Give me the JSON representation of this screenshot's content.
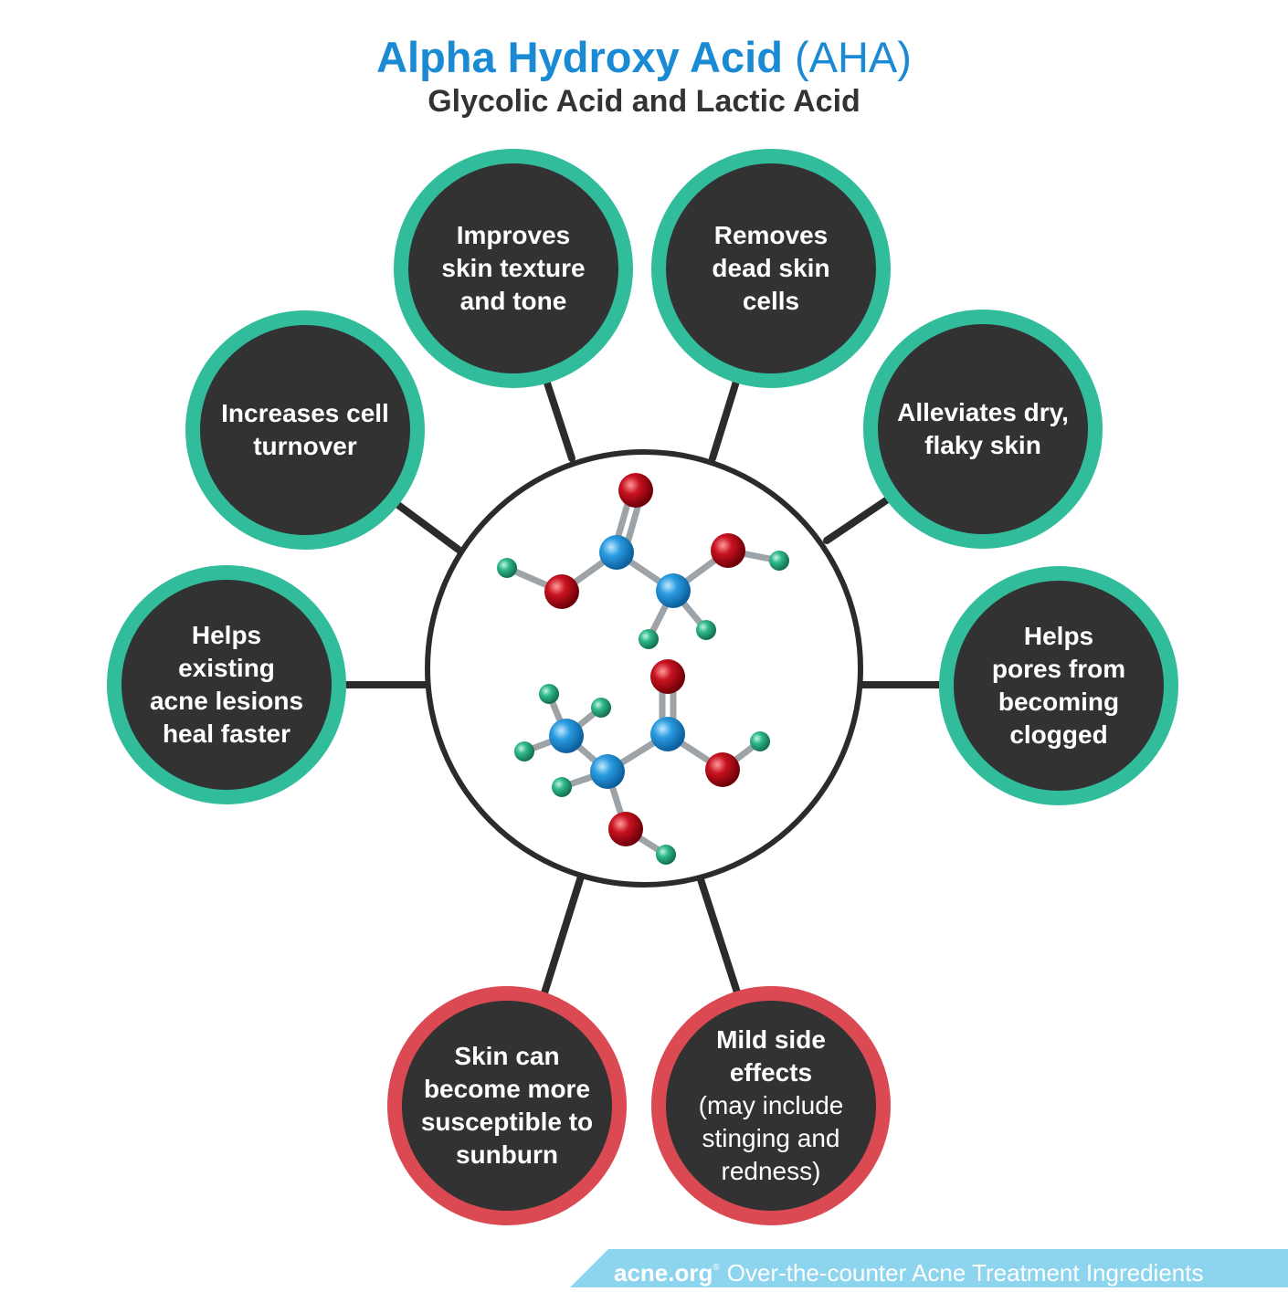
{
  "header": {
    "title_main": "Alpha Hydroxy Acid",
    "title_abbr": "(AHA)",
    "subtitle": "Glycolic Acid and Lactic Acid"
  },
  "benefits": [
    {
      "text": "Improves\nskin texture\nand tone"
    },
    {
      "text": "Removes\ndead skin\ncells"
    },
    {
      "text": "Increases cell\nturnover"
    },
    {
      "text": "Alleviates dry,\nflaky skin"
    },
    {
      "text": "Helps\nexisting\nacne lesions\nheal faster"
    },
    {
      "text": "Helps\npores from\nbecoming\nclogged"
    }
  ],
  "side_effects": [
    {
      "text": "Skin can\nbecome more\nsusceptible to\nsunburn"
    },
    {
      "lead": "Mild side\neffects",
      "detail": "(may include\nstinging and\nredness)"
    }
  ],
  "colors": {
    "title": "#1a8ad4",
    "subtitle": "#333333",
    "bubble_fill": "#323232",
    "benefit_ring": "#31bc9c",
    "side_effect_ring": "#db4a53",
    "carbon_atom": "#2a9be0",
    "oxygen_atom": "#c8121f",
    "hydrogen_atom": "#2fb98a",
    "footer_band": "#8dd4ef"
  },
  "footer": {
    "brand": "acne.org",
    "registered": "®",
    "tagline": "Over-the-counter Acne Treatment Ingredients"
  }
}
